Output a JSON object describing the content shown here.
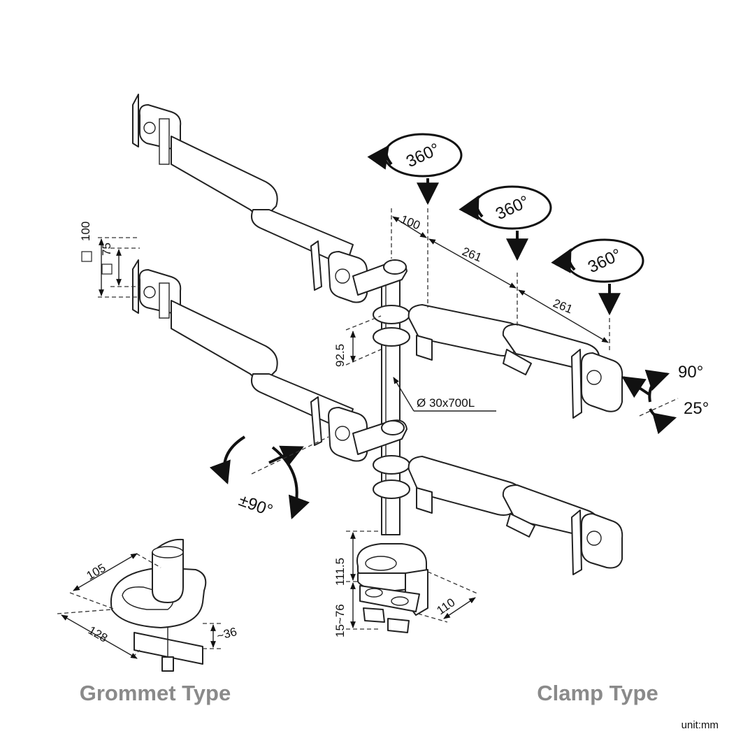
{
  "rotation": {
    "swivel": "360°",
    "tilt_up": "90°",
    "tilt_down": "25°",
    "rotate": "±90°"
  },
  "dimensions": {
    "vesa_outer": "100",
    "vesa_inner": "75",
    "pole_offset": "100",
    "arm_length_1": "261",
    "arm_length_2": "261",
    "arm_spacing": "92.5",
    "pole": "Ø 30x700L",
    "clamp_base_height": "111.5",
    "clamp_range": "15~76",
    "clamp_depth": "110",
    "grommet_width": "105",
    "grommet_length": "128",
    "grommet_thickness": "~36"
  },
  "captions": {
    "grommet": "Grommet Type",
    "clamp": "Clamp Type"
  },
  "unit": "unit:mm"
}
